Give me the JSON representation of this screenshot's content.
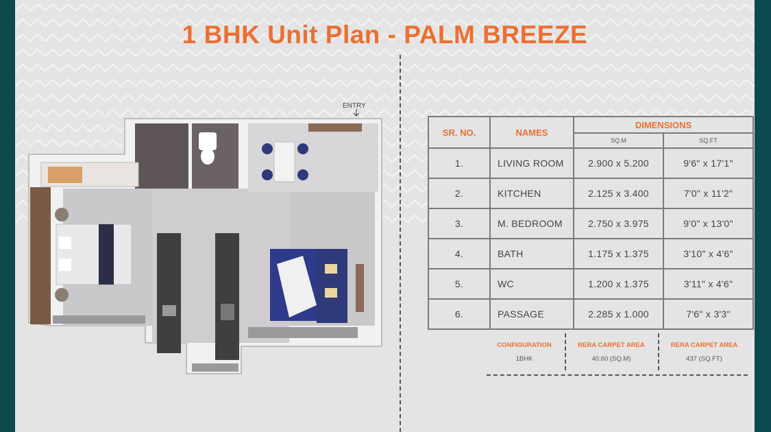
{
  "title": "1 BHK Unit Plan - PALM BREEZE",
  "plan": {
    "entry_label": "ENTRY"
  },
  "table": {
    "headers": {
      "sr": "SR. NO.",
      "names": "NAMES",
      "dimensions": "DIMENSIONS",
      "sqm": "SQ.M",
      "sqft": "SQ.FT"
    },
    "rows": [
      {
        "sr": "1.",
        "name": "LIVING ROOM",
        "sqm": "2.900 x 5.200",
        "sqft": "9'6\" x 17'1\""
      },
      {
        "sr": "2.",
        "name": "KITCHEN",
        "sqm": "2.125 x 3.400",
        "sqft": "7'0\" x 11'2\""
      },
      {
        "sr": "3.",
        "name": "M. BEDROOM",
        "sqm": "2.750 x 3.975",
        "sqft": "9'0\" x 13'0\""
      },
      {
        "sr": "4.",
        "name": "BATH",
        "sqm": "1.175 x 1.375",
        "sqft": "3'10\" x 4'6\""
      },
      {
        "sr": "5.",
        "name": "WC",
        "sqm": "1.200 x 1.375",
        "sqft": "3'11\" x 4'6\""
      },
      {
        "sr": "6.",
        "name": "PASSAGE",
        "sqm": "2.285 x 1.000",
        "sqft": "7'6\" x 3'3\""
      }
    ]
  },
  "summary": {
    "configuration_label": "CONFIGURATION",
    "configuration_value": "1BHK",
    "carpet_sqm_label": "RERA CARPET AREA",
    "carpet_sqm_value": "40.60 (SQ.M)",
    "carpet_sqft_label": "RERA CARPET AREA",
    "carpet_sqft_value": "437 (SQ.FT)"
  },
  "colors": {
    "accent": "#ec6f31",
    "frame": "#0d4a4f",
    "background": "#e3e4e3"
  }
}
